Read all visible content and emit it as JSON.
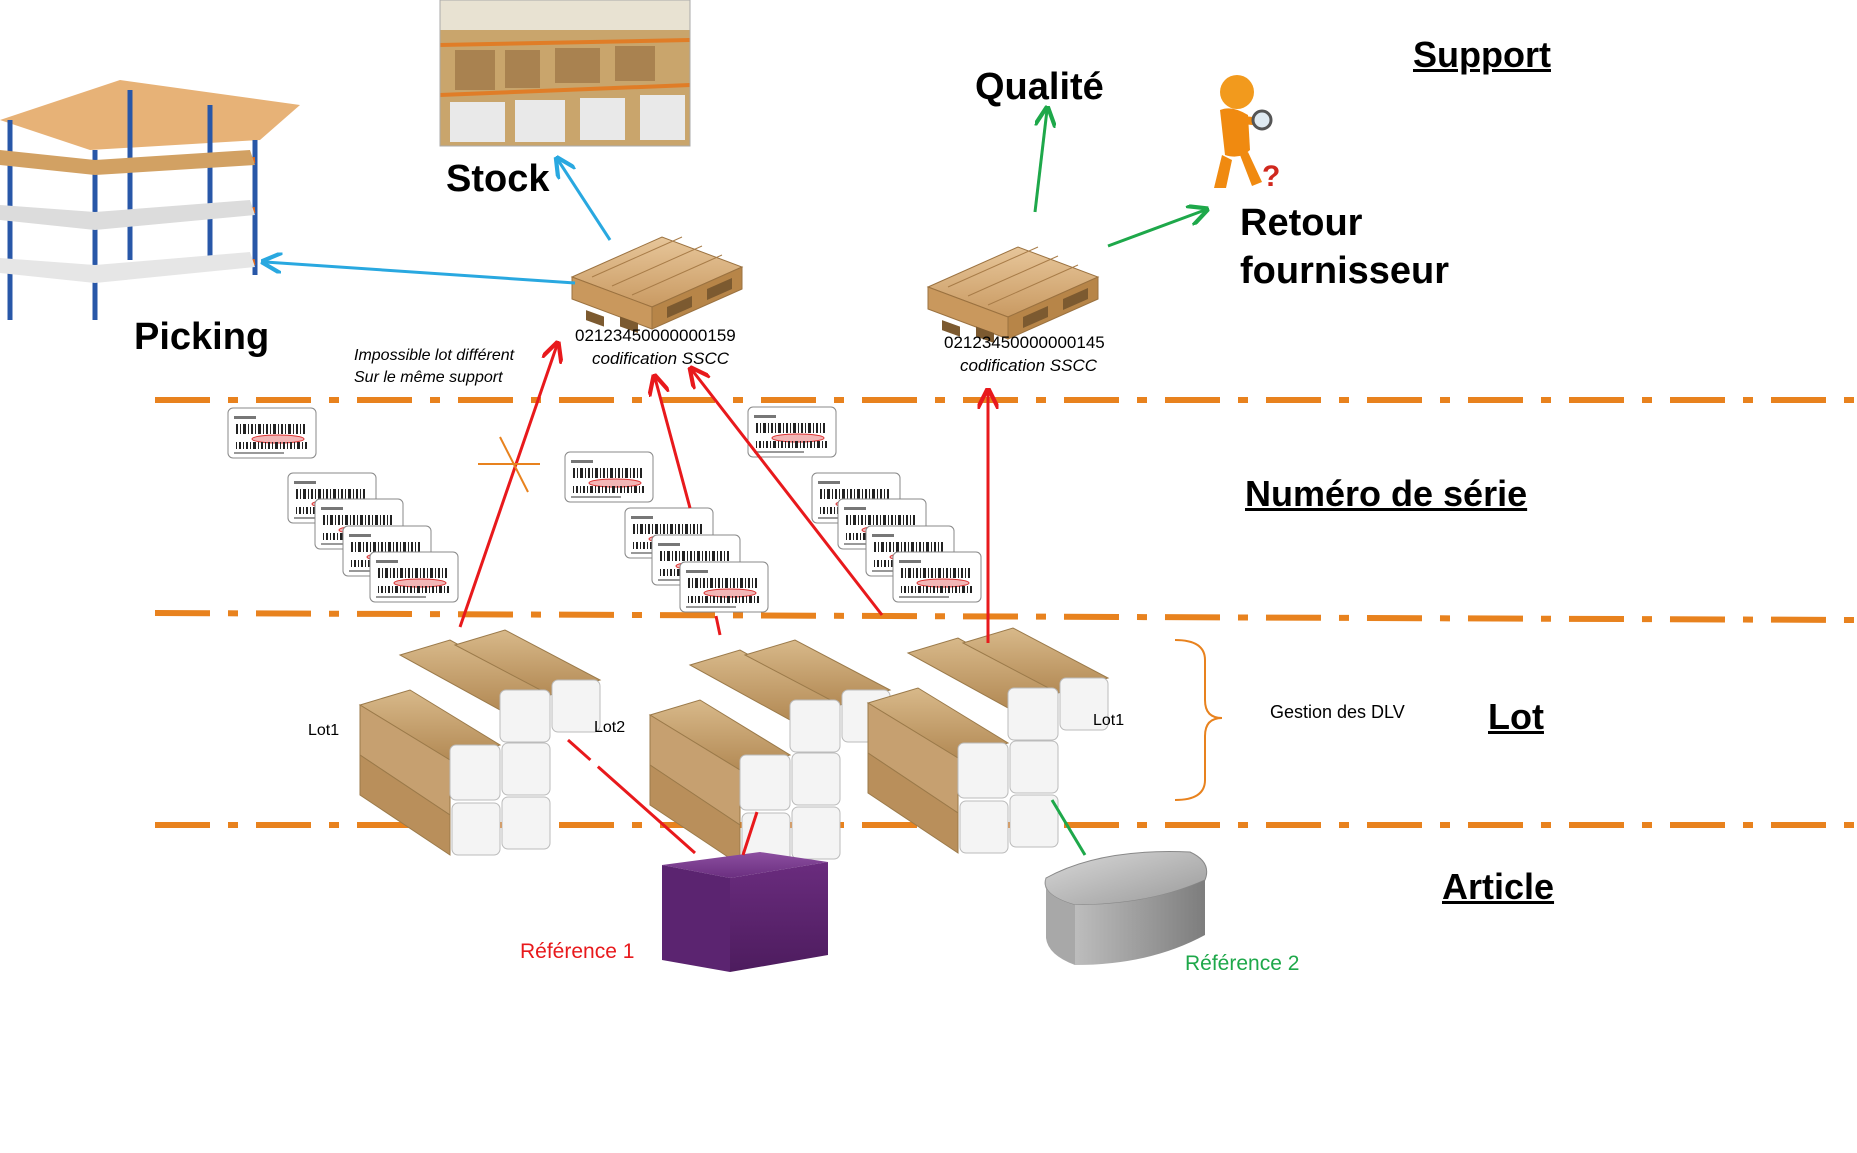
{
  "levels": {
    "support": "Support",
    "serial": "Numéro de série",
    "lot": "Lot",
    "article": "Article"
  },
  "destinations": {
    "stock": "Stock",
    "picking": "Picking",
    "quality": "Qualité",
    "return_line1": "Retour",
    "return_line2": "fournisseur"
  },
  "pallets": [
    {
      "code": "02123450000000159",
      "label": "codification SSCC"
    },
    {
      "code": "02123450000000145",
      "label": "codification SSCC"
    }
  ],
  "constraint_note": {
    "line1": "Impossible lot différent",
    "line2": "Sur le même support"
  },
  "lots": [
    "Lot1",
    "Lot2",
    "Lot1"
  ],
  "dlv_note": "Gestion des DLV",
  "articles": [
    {
      "label": "Référence 1",
      "color": "#e8191c"
    },
    {
      "label": "Référence 2",
      "color": "#1ea84a"
    }
  ],
  "colors": {
    "separator": "#e8821e",
    "flow_blue": "#29a8e0",
    "flow_red": "#e8191c",
    "flow_green": "#1ea84a",
    "brace": "#e8821e"
  }
}
